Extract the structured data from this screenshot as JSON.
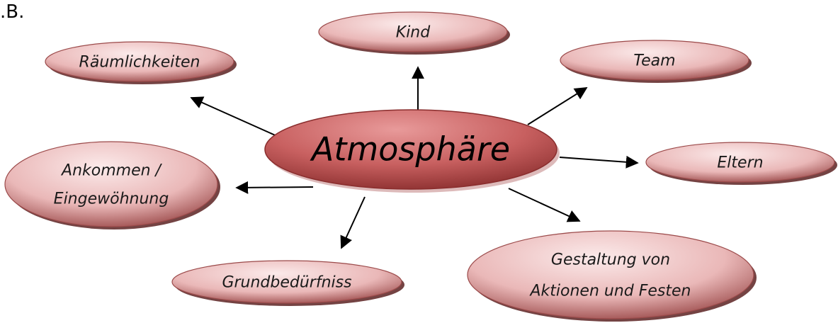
{
  "corner_text": ".B.",
  "center": {
    "label": "Atmosphäre"
  },
  "nodes": [
    {
      "id": "kind",
      "lines": [
        "Kind"
      ]
    },
    {
      "id": "raeumlichkeiten",
      "lines": [
        "Räumlichkeiten"
      ]
    },
    {
      "id": "team",
      "lines": [
        "Team"
      ]
    },
    {
      "id": "eltern",
      "lines": [
        "Eltern"
      ]
    },
    {
      "id": "ankommen",
      "lines": [
        "Ankommen /",
        "Eingewöhnung"
      ]
    },
    {
      "id": "grundbeduerfniss",
      "lines": [
        "Grundbedürfniss"
      ]
    },
    {
      "id": "gestaltung",
      "lines": [
        "Gestaltung von",
        "Aktionen und Festen"
      ]
    }
  ],
  "colors": {
    "bubble_light": "#fbeaea",
    "bubble_mid": "#eab8b8",
    "bubble_edge": "#9b4a4a",
    "bubble_shadow": "#5c2222",
    "center_light": "#e89a9a",
    "center_mid": "#c86060",
    "center_dark": "#8a2e2e",
    "arrow": "#000000"
  }
}
